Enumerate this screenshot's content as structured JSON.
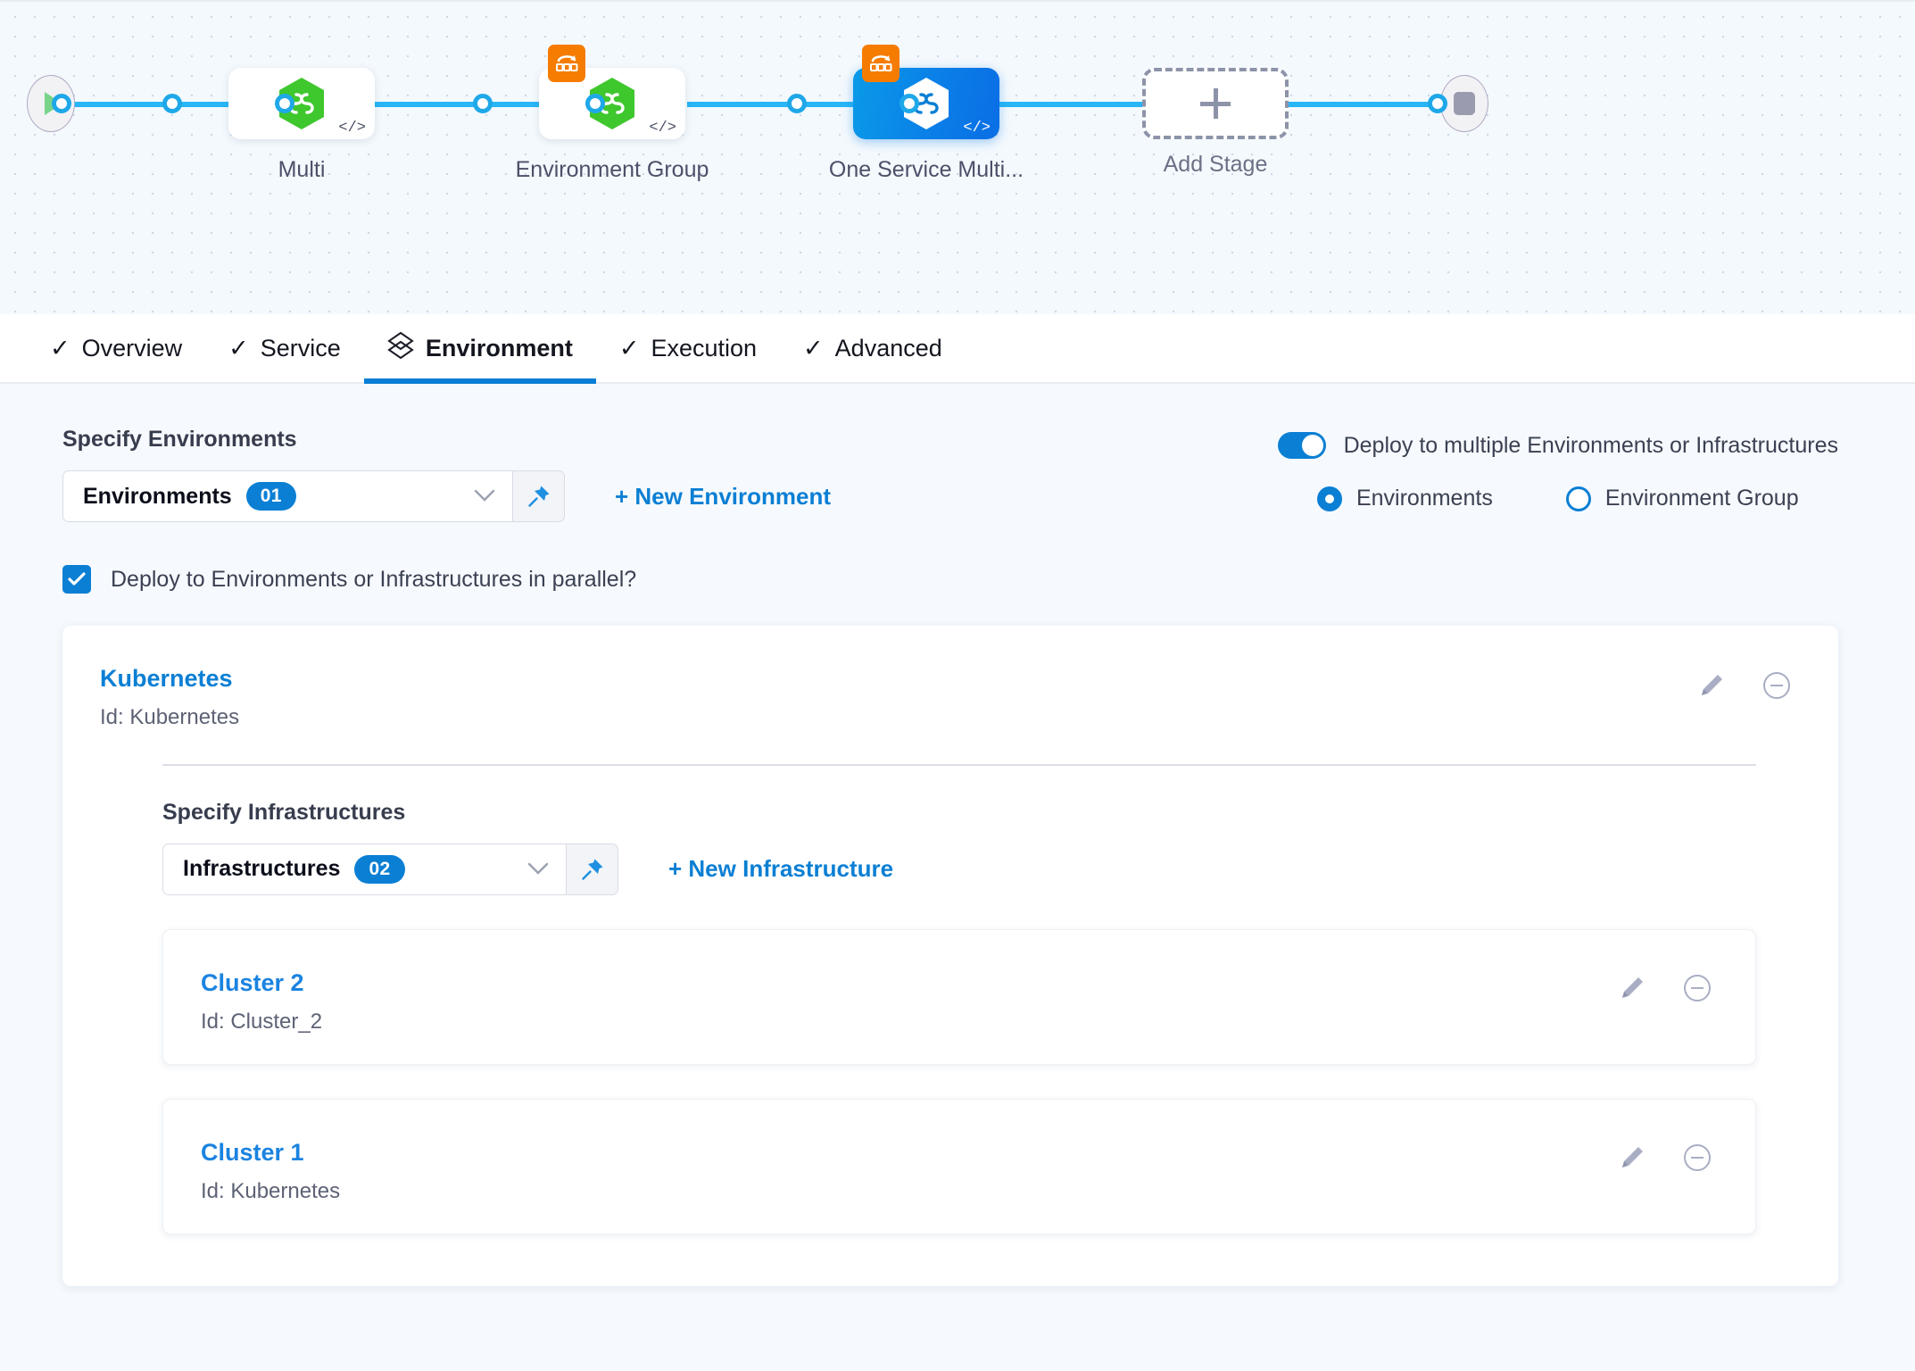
{
  "pipeline": {
    "start_node": {
      "name": "start-node",
      "icon": "play-icon"
    },
    "end_node": {
      "name": "end-node",
      "icon": "stop-icon"
    },
    "stages": [
      {
        "label": "Multi",
        "icon": "harness-hexagon-icon",
        "selected": false,
        "has_badge": false,
        "code_icon": "code-icon"
      },
      {
        "label": "Environment Group",
        "icon": "harness-hexagon-icon",
        "selected": false,
        "has_badge": true,
        "badge_icon": "multi-deploy-icon",
        "code_icon": "code-icon"
      },
      {
        "label": "One Service Multi...",
        "icon": "harness-hexagon-icon",
        "selected": true,
        "has_badge": true,
        "badge_icon": "multi-deploy-icon",
        "code_icon": "code-icon"
      }
    ],
    "add_stage_label": "Add Stage"
  },
  "tabs": [
    {
      "label": "Overview",
      "icon": "check-icon",
      "active": false
    },
    {
      "label": "Service",
      "icon": "check-icon",
      "active": false
    },
    {
      "label": "Environment",
      "icon": "layers-icon",
      "active": true
    },
    {
      "label": "Execution",
      "icon": "check-icon",
      "active": false
    },
    {
      "label": "Advanced",
      "icon": "check-icon",
      "active": false
    }
  ],
  "environment_section": {
    "specify_label": "Specify Environments",
    "select_value": "Environments",
    "select_count": "01",
    "pin_icon": "pin-icon",
    "chevron_icon": "chevron-down-icon",
    "new_environment_link": "+ New Environment",
    "multi_toggle_label": "Deploy to multiple Environments or Infrastructures",
    "multi_toggle_on": true,
    "radio_options": [
      {
        "label": "Environments",
        "selected": true
      },
      {
        "label": "Environment Group",
        "selected": false
      }
    ],
    "parallel_label": "Deploy to Environments or Infrastructures in parallel?",
    "parallel_checked": true
  },
  "environment_card": {
    "title": "Kubernetes",
    "id_text": "Id: Kubernetes",
    "edit_icon": "pencil-icon",
    "remove_icon": "minus-circle-icon",
    "infrastructures": {
      "specify_label": "Specify Infrastructures",
      "select_value": "Infrastructures",
      "select_count": "02",
      "pin_icon": "pin-icon",
      "chevron_icon": "chevron-down-icon",
      "new_infrastructure_link": "+ New Infrastructure",
      "items": [
        {
          "title": "Cluster 2",
          "id_text": "Id: Cluster_2",
          "edit_icon": "pencil-icon",
          "remove_icon": "minus-circle-icon"
        },
        {
          "title": "Cluster 1",
          "id_text": "Id: Kubernetes",
          "edit_icon": "pencil-icon",
          "remove_icon": "minus-circle-icon"
        }
      ]
    }
  },
  "colors": {
    "accent_blue": "#0b7fd4",
    "wire_blue": "#29b6f6",
    "badge_orange": "#f57c00",
    "hex_green": "#3fc72e",
    "canvas_bg": "#f4f9fd",
    "page_bg": "#f6fafe"
  }
}
